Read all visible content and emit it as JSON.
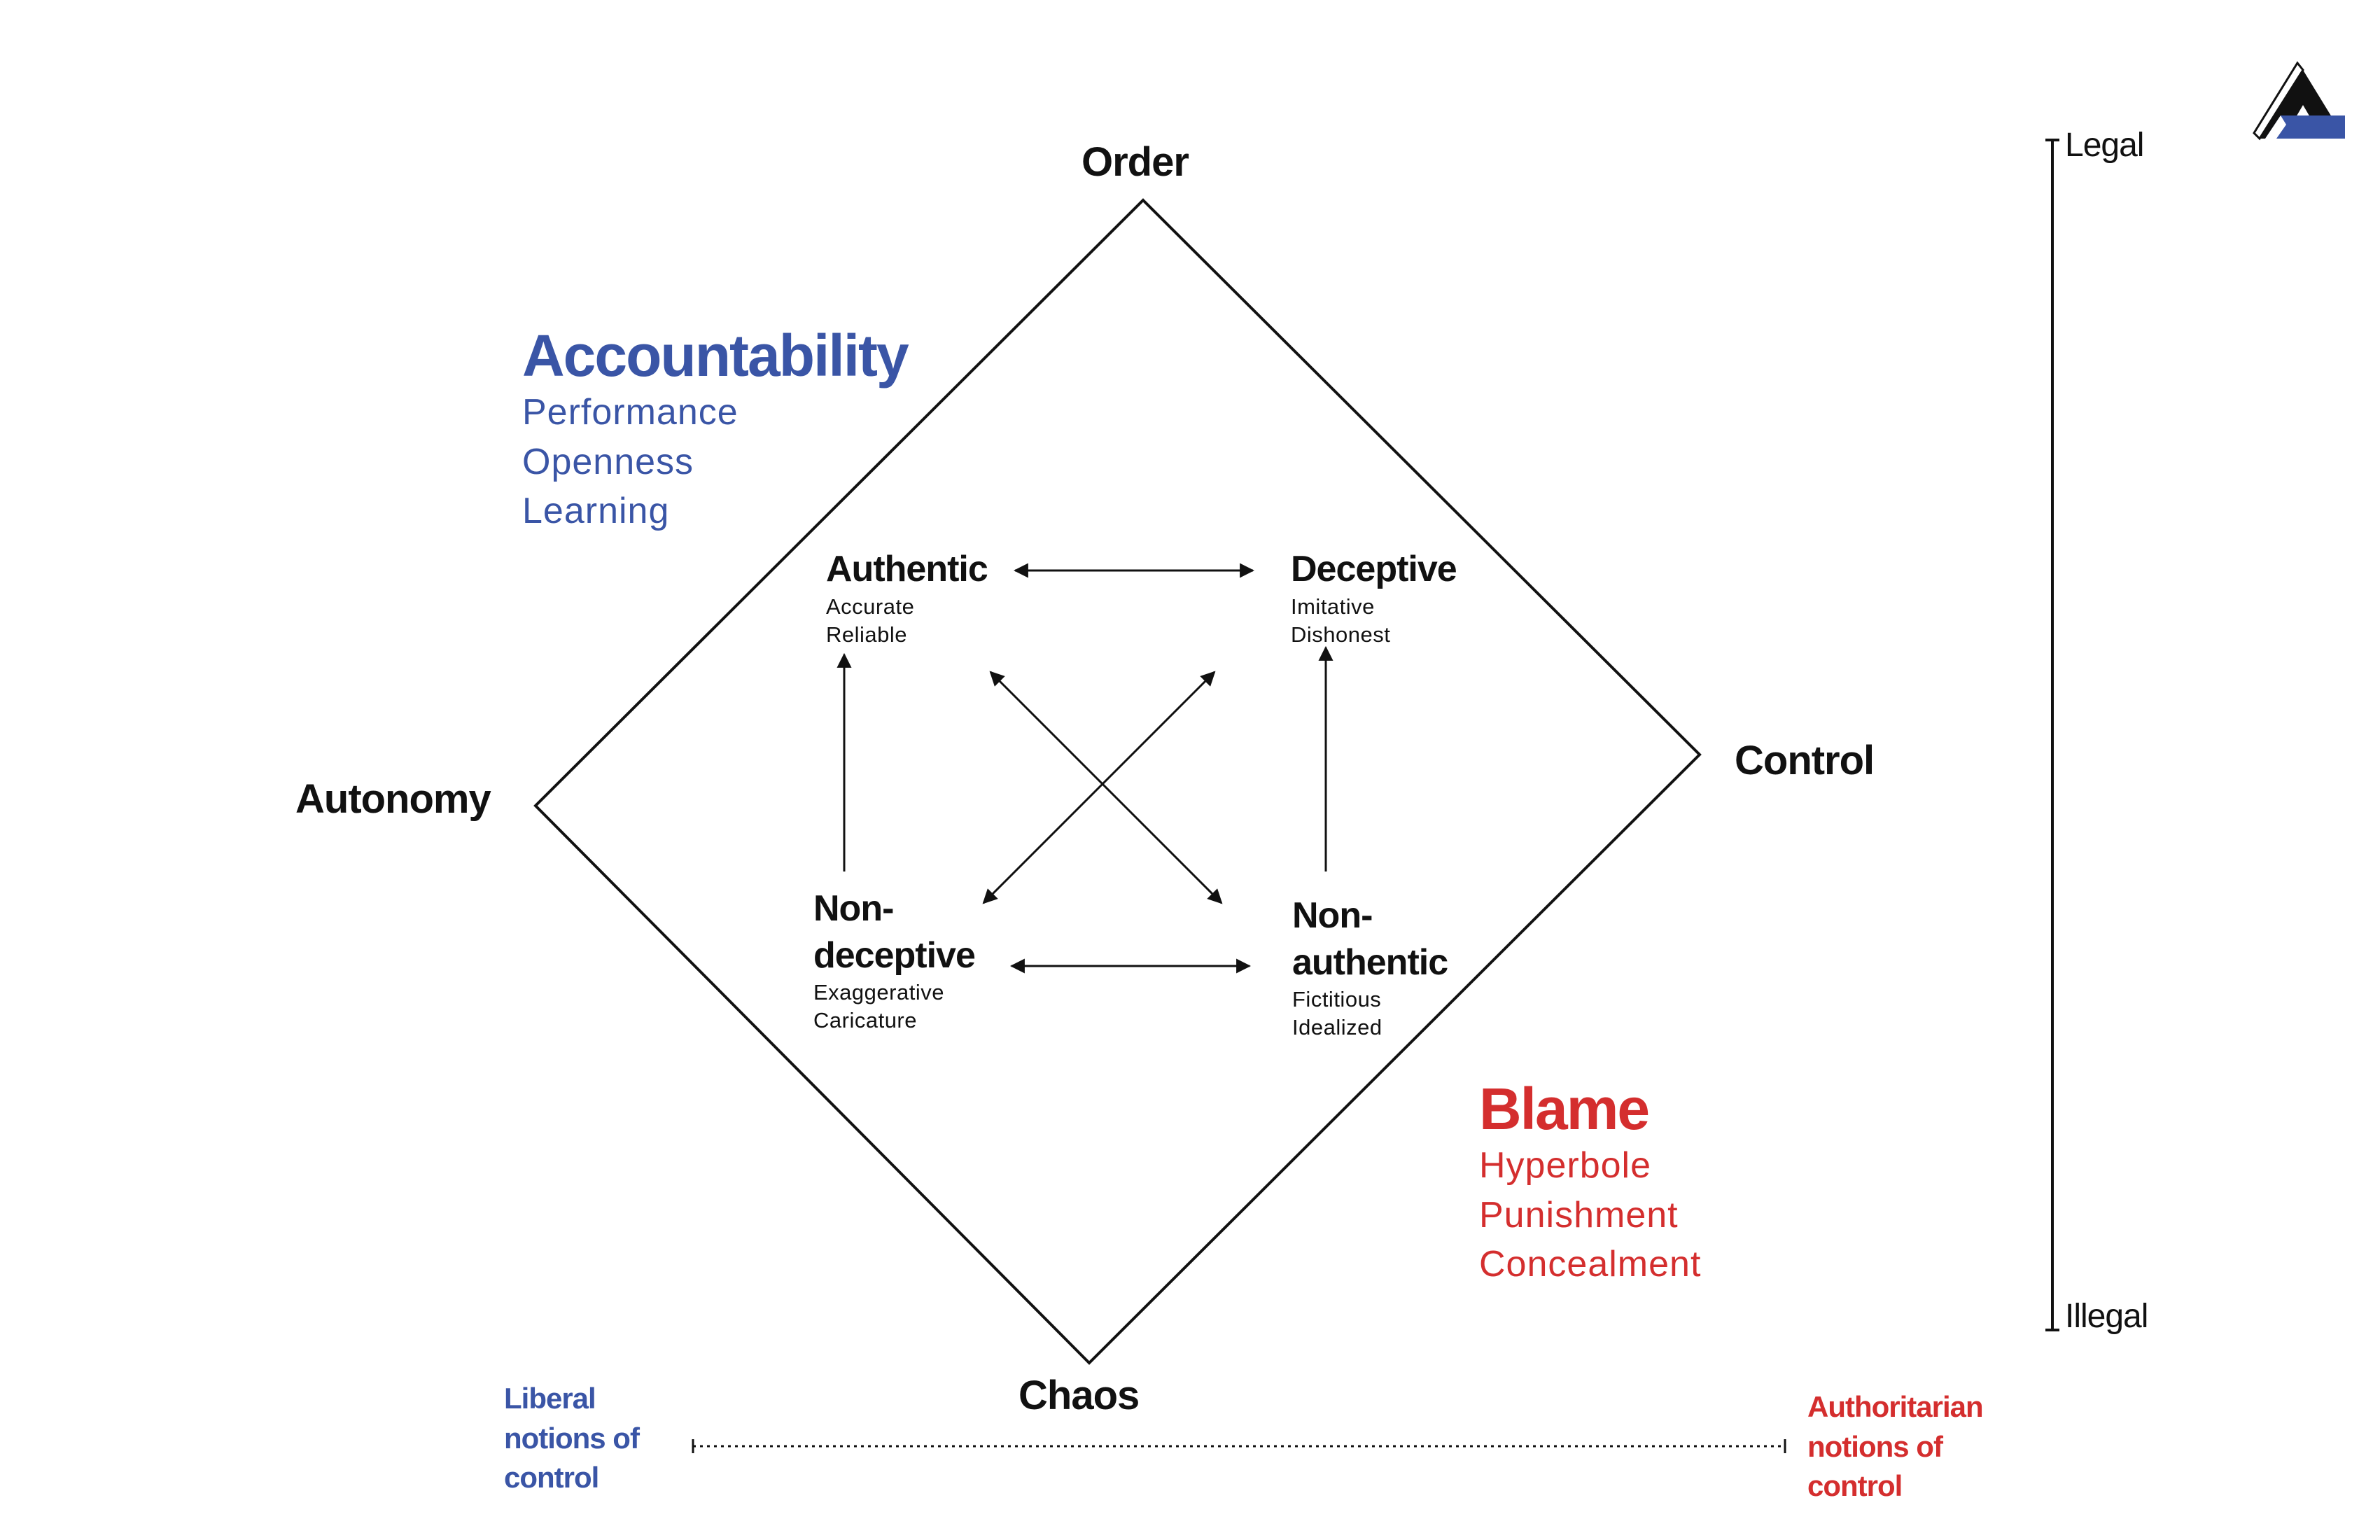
{
  "poles": {
    "top": "Order",
    "bottom": "Chaos",
    "left": "Autonomy",
    "right": "Control"
  },
  "nodes": {
    "authentic": {
      "title": "Authentic",
      "subs": [
        "Accurate",
        "Reliable"
      ]
    },
    "deceptive": {
      "title": "Deceptive",
      "subs": [
        "Imitative",
        "Dishonest"
      ]
    },
    "non_deceptive": {
      "title_lines": [
        "Non-",
        "deceptive"
      ],
      "subs": [
        "Exaggerative",
        "Caricature"
      ]
    },
    "non_authentic": {
      "title_lines": [
        "Non-",
        "authentic"
      ],
      "subs": [
        "Fictitious",
        "Idealized"
      ]
    }
  },
  "themes": {
    "accountability": {
      "title": "Accountability",
      "items": [
        "Performance",
        "Openness",
        "Learning"
      ],
      "color": "#3a55a6"
    },
    "blame": {
      "title": "Blame",
      "items": [
        "Hyperbole",
        "Punishment",
        "Concealment"
      ],
      "color": "#d42e2e"
    }
  },
  "legality_scale": {
    "top": "Legal",
    "bottom": "Illegal"
  },
  "control_spectrum": {
    "left_lines": [
      "Liberal",
      "notions of",
      "control"
    ],
    "right_lines": [
      "Authoritarian",
      "notions of",
      "control"
    ]
  },
  "logo": {
    "icon": "triangle-logo-icon",
    "colors": [
      "#111111",
      "#3a55a6"
    ]
  }
}
